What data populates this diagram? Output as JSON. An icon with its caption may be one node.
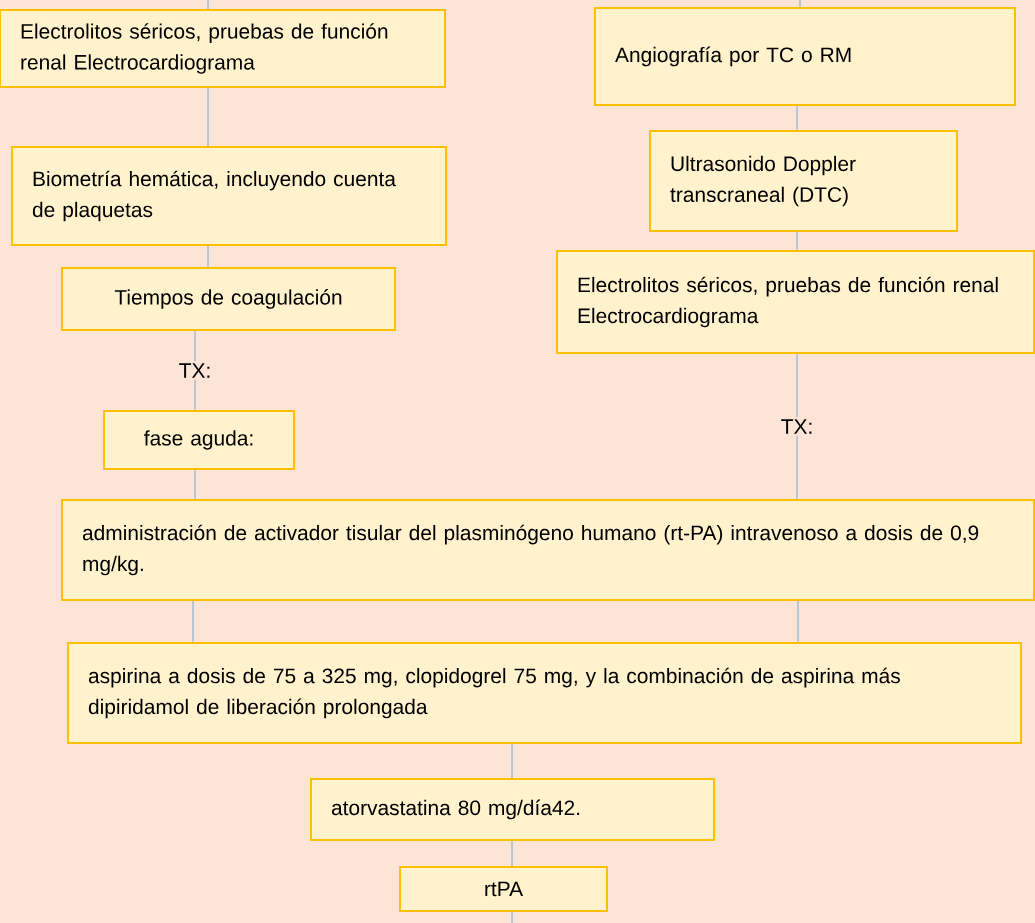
{
  "diagram": {
    "nodes": [
      {
        "text": [
          "Electrolitos séricos, pruebas de función renal Electrocardiograma"
        ]
      },
      {
        "text": [
          "Biometría hemática, incluyendo cuenta de plaquetas"
        ]
      },
      {
        "text": [
          "Tiempos de coagulación"
        ]
      },
      {
        "text": [
          "fase aguda:"
        ]
      },
      {
        "text": [
          "Angiografía por TC o RM"
        ]
      },
      {
        "text": [
          "Ultrasonido Doppler transcraneal (DTC)"
        ]
      },
      {
        "text": [
          "Electrolitos séricos, pruebas de función renal Electrocardiograma"
        ]
      },
      {
        "text": [
          "administración de activador tisular del plasminógeno humano (rt-PA) intravenoso a dosis de 0,9 mg/kg."
        ]
      },
      {
        "text": [
          "aspirina a dosis de 75 a 325 mg, clopidogrel 75 mg, y la combinación de aspirina más dipiridamol de liberación prolongada"
        ]
      },
      {
        "text": [
          "atorvastatina 80 mg/día42."
        ]
      },
      {
        "text": [
          "rtPA"
        ]
      }
    ],
    "edges": [
      {
        "from": null,
        "to": 0,
        "arrow": "none"
      },
      {
        "from": 0,
        "to": 1,
        "arrow": "none"
      },
      {
        "from": 1,
        "to": 2,
        "arrow": "none"
      },
      {
        "from": 2,
        "to": 3,
        "arrow": "none",
        "label": "TX:"
      },
      {
        "from": 3,
        "to": 7,
        "arrow": "none"
      },
      {
        "from": null,
        "to": 4,
        "arrow": "none"
      },
      {
        "from": 4,
        "to": 5,
        "arrow": "none"
      },
      {
        "from": 5,
        "to": 6,
        "arrow": "none"
      },
      {
        "from": 6,
        "to": 7,
        "arrow": "none",
        "label": "TX:"
      },
      {
        "from": 7,
        "to": 8,
        "arrow": "none"
      },
      {
        "from": 7,
        "to": 8,
        "arrow": "none"
      },
      {
        "from": 8,
        "to": 9,
        "arrow": "none"
      },
      {
        "from": 9,
        "to": 10,
        "arrow": "none"
      },
      {
        "from": 10,
        "to": null,
        "arrow": "none"
      }
    ]
  }
}
